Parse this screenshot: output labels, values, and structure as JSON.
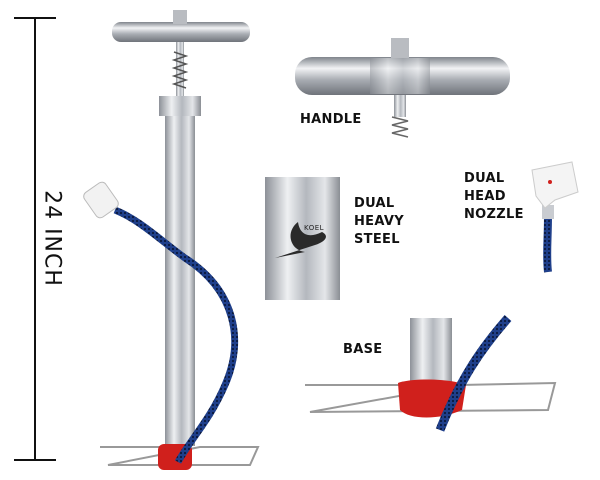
{
  "dimension": {
    "label": "24 INCH"
  },
  "callouts": {
    "handle": "HANDLE",
    "steel": [
      "DUAL",
      "HEAVY",
      "STEEL"
    ],
    "nozzle": [
      "DUAL",
      "HEAD",
      "NOZZLE"
    ],
    "base": "BASE"
  },
  "logo": {
    "text": "KOEL"
  },
  "colors": {
    "hose": "#1f3f8a",
    "base_grip": "#d0201c",
    "steel": "#c9ccd1"
  }
}
